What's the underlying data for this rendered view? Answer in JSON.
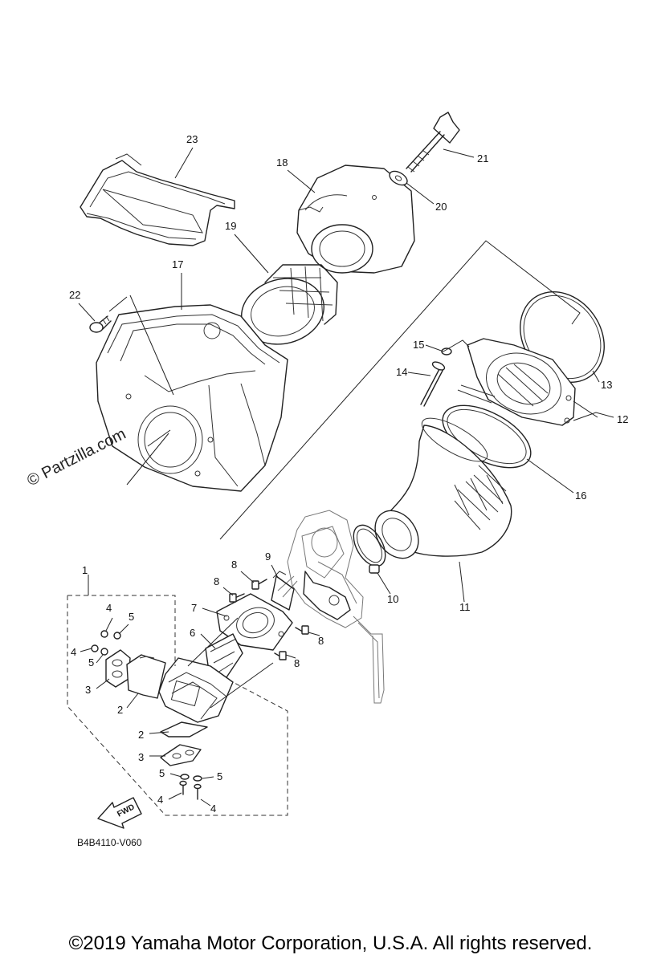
{
  "diagram": {
    "watermark": "© Partzilla.com",
    "diagram_code": "B4B4110-V060",
    "fwd_label": "FWD",
    "callouts": [
      {
        "id": "c23",
        "label": "23"
      },
      {
        "id": "c18",
        "label": "18"
      },
      {
        "id": "c21",
        "label": "21"
      },
      {
        "id": "c20",
        "label": "20"
      },
      {
        "id": "c19",
        "label": "19"
      },
      {
        "id": "c17",
        "label": "17"
      },
      {
        "id": "c22",
        "label": "22"
      },
      {
        "id": "c15",
        "label": "15"
      },
      {
        "id": "c14",
        "label": "14"
      },
      {
        "id": "c13",
        "label": "13"
      },
      {
        "id": "c12",
        "label": "12"
      },
      {
        "id": "c16",
        "label": "16"
      },
      {
        "id": "c11",
        "label": "11"
      },
      {
        "id": "c10",
        "label": "10"
      },
      {
        "id": "c9",
        "label": "9"
      },
      {
        "id": "c8a",
        "label": "8"
      },
      {
        "id": "c8b",
        "label": "8"
      },
      {
        "id": "c8c",
        "label": "8"
      },
      {
        "id": "c8d",
        "label": "8"
      },
      {
        "id": "c7",
        "label": "7"
      },
      {
        "id": "c6",
        "label": "6"
      },
      {
        "id": "c1",
        "label": "1"
      },
      {
        "id": "c4a",
        "label": "4"
      },
      {
        "id": "c5a",
        "label": "5"
      },
      {
        "id": "c4b",
        "label": "4"
      },
      {
        "id": "c5b",
        "label": "5"
      },
      {
        "id": "c3a",
        "label": "3"
      },
      {
        "id": "c2a",
        "label": "2"
      },
      {
        "id": "c2b",
        "label": "2"
      },
      {
        "id": "c3b",
        "label": "3"
      },
      {
        "id": "c5c",
        "label": "5"
      },
      {
        "id": "c5d",
        "label": "5"
      },
      {
        "id": "c4c",
        "label": "4"
      },
      {
        "id": "c4d",
        "label": "4"
      }
    ]
  },
  "footer": {
    "copyright": "©2019 Yamaha Motor Corporation, U.S.A. All rights reserved."
  }
}
